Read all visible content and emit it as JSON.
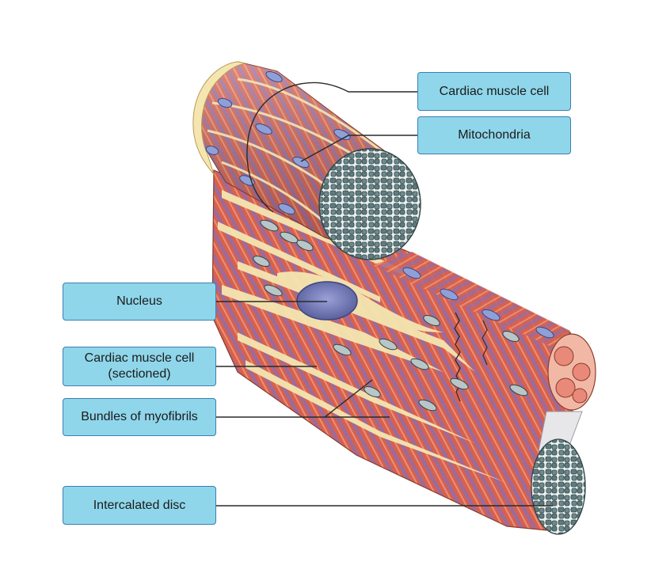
{
  "labels": {
    "cardiac_muscle_cell": "Cardiac muscle cell",
    "mitochondria": "Mitochondria",
    "nucleus": "Nucleus",
    "cardiac_muscle_cell_sectioned": "Cardiac muscle cell\n(sectioned)",
    "bundles_of_myofibrils": "Bundles of myofibrils",
    "intercalated_disc": "Intercalated disc"
  },
  "colors": {
    "label_fill": "#8fd6ea",
    "label_border": "#3b7fb3",
    "muscle_red": "#d9604a",
    "muscle_light": "#f0a48c",
    "striation_purple": "#8a6fb3",
    "connective_cream": "#f5e6b0",
    "myofibril_gray": "#6f8a8c",
    "nucleus_blue": "#6f78b8"
  }
}
